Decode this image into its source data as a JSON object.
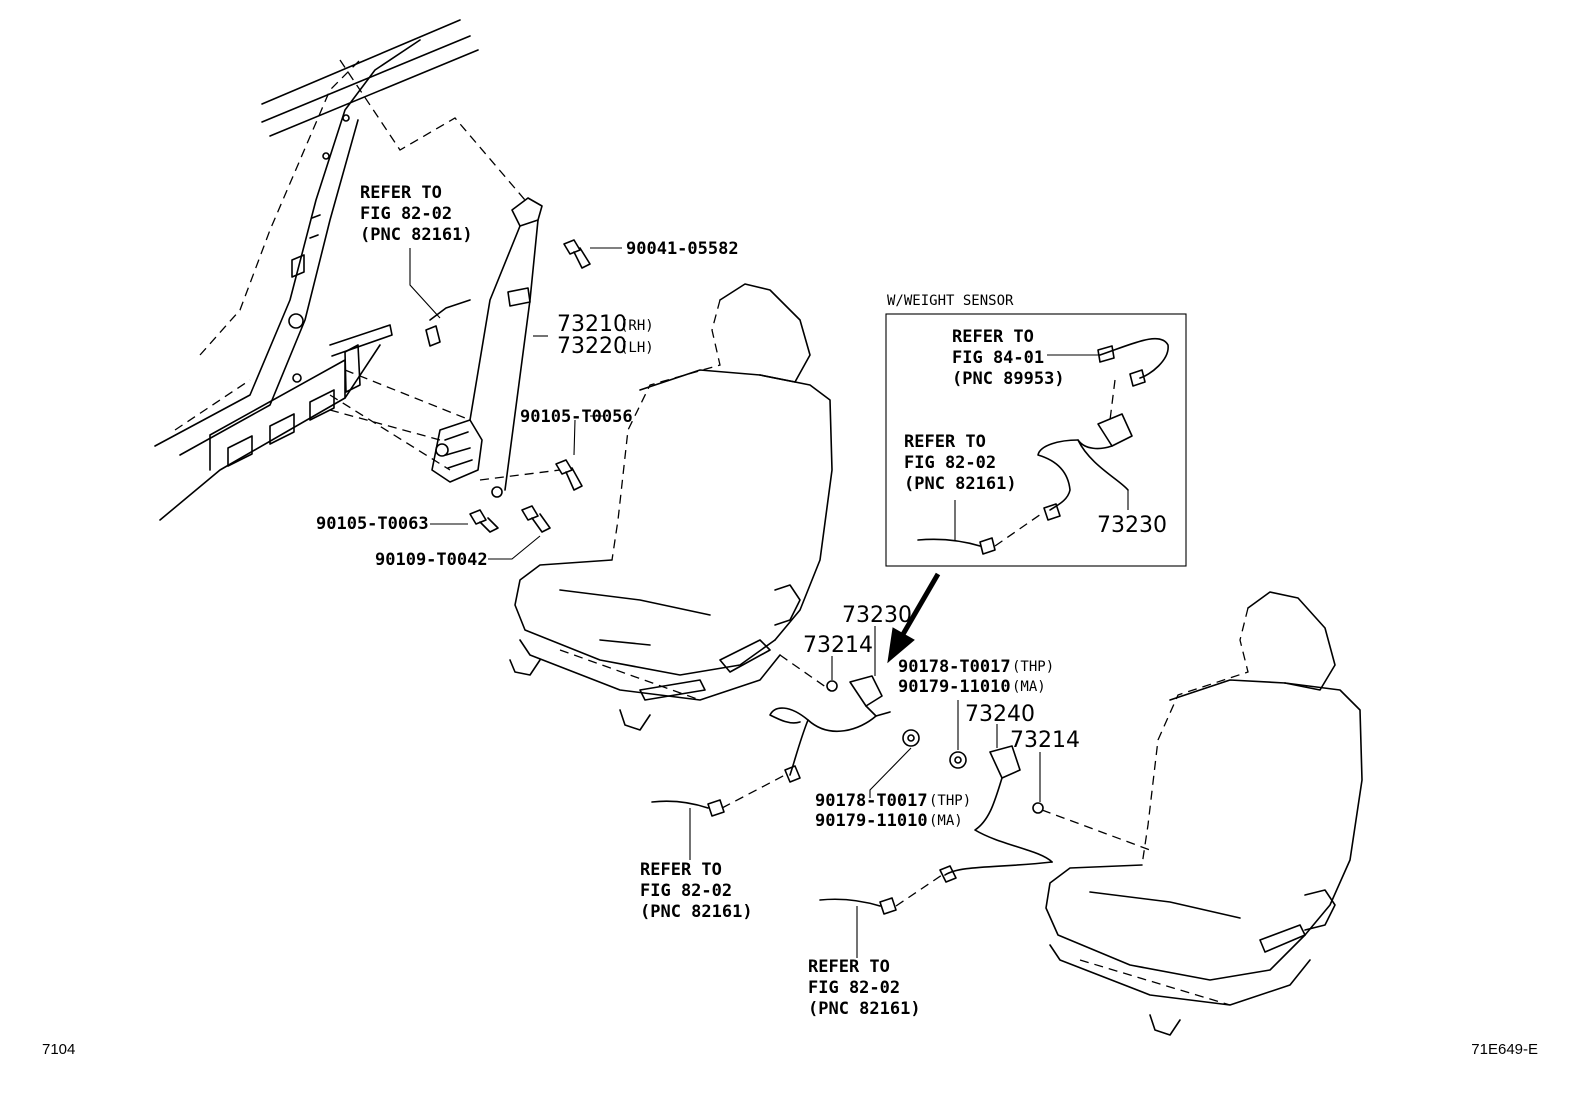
{
  "inset": {
    "title": "W/WEIGHT SENSOR"
  },
  "labels": {
    "ref_belt_line1": "REFER TO",
    "ref_belt_line2": "FIG 82-02",
    "ref_belt_line3": "(PNC 82161)",
    "bolt_top": "90041-05582",
    "belt_rh_num": "73210",
    "belt_rh_sfx": "(RH)",
    "belt_lh_num": "73220",
    "belt_lh_sfx": "(LH)",
    "bolt_mid": "90105-T0056",
    "bolt_low_a": "90105-T0063",
    "bolt_low_b": "90109-T0042",
    "inset_ref1_line1": "REFER TO",
    "inset_ref1_line2": "FIG 84-01",
    "inset_ref1_line3": "(PNC 89953)",
    "inset_ref2_line1": "REFER TO",
    "inset_ref2_line2": "FIG 82-02",
    "inset_ref2_line3": "(PNC 82161)",
    "inset_buckle": "73230",
    "buckle_a": "73230",
    "washer_a": "73214",
    "nut_upper_a_num": "90178-T0017",
    "nut_upper_a_sfx": "(THP)",
    "nut_upper_b_num": "90179-11010",
    "nut_upper_b_sfx": "(MA)",
    "buckle_b": "73240",
    "washer_b": "73214",
    "nut_lower_a_num": "90178-T0017",
    "nut_lower_a_sfx": "(THP)",
    "nut_lower_b_num": "90179-11010",
    "nut_lower_b_sfx": "(MA)",
    "ref_mid_line1": "REFER TO",
    "ref_mid_line2": "FIG 82-02",
    "ref_mid_line3": "(PNC 82161)",
    "ref_low_line1": "REFER TO",
    "ref_low_line2": "FIG 82-02",
    "ref_low_line3": "(PNC 82161)"
  },
  "footer": {
    "page_number": "7104",
    "illustration_code": "71E649-E"
  }
}
